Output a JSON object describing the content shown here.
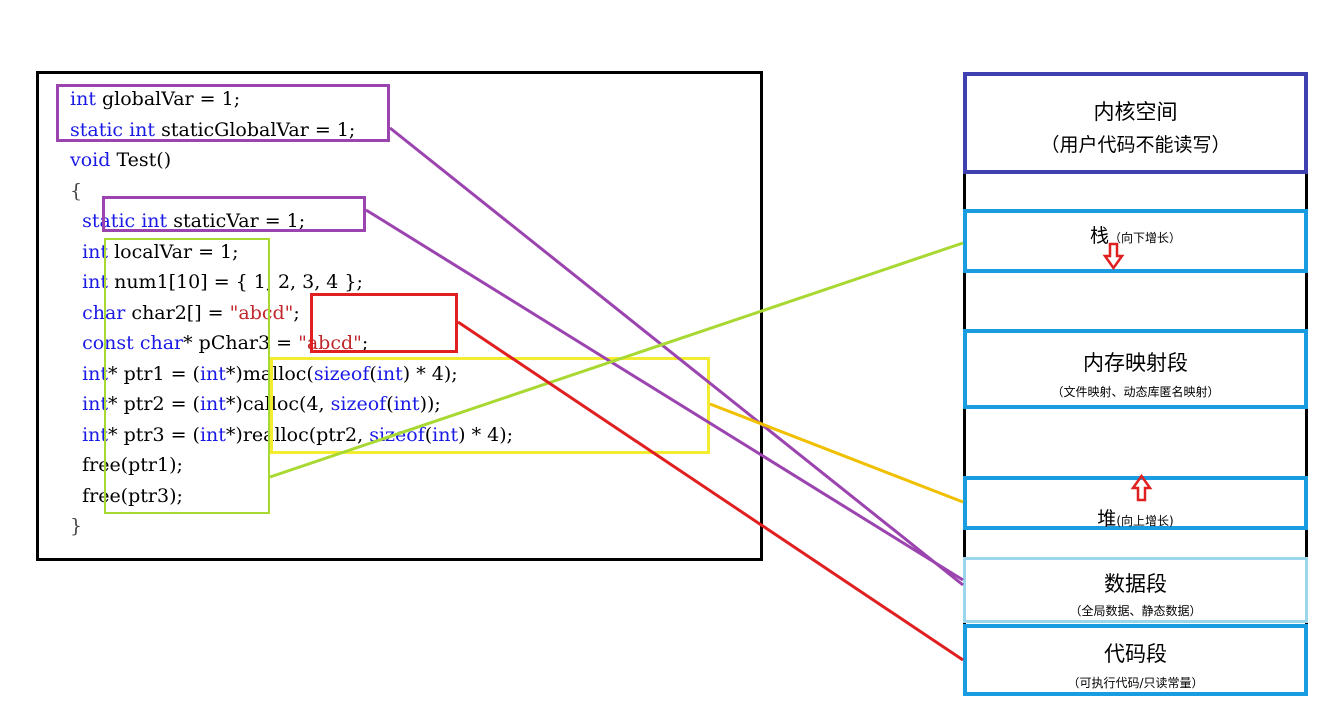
{
  "code": {
    "lines": [
      "int globalVar = 1;",
      "static int staticGlobalVar = 1;",
      "void Test()",
      "{",
      "  static int staticVar = 1;",
      "  int localVar = 1;",
      "  int num1[10] = { 1, 2, 3, 4 };",
      "  char char2[] = \"abcd\";",
      "  const char* pChar3 = \"abcd\";",
      "  int* ptr1 = (int*)malloc(sizeof(int) * 4);",
      "  int* ptr2 = (int*)calloc(4, sizeof(int));",
      "  int* ptr3 = (int*)realloc(ptr2, sizeof(int) * 4);",
      "  free(ptr1);",
      "  free(ptr3);",
      "}"
    ]
  },
  "memory": {
    "kernel": {
      "title": "内核空间",
      "subtitle": "（用户代码不能读写）"
    },
    "stack": {
      "title": "栈",
      "subtitle": "（向下增长）"
    },
    "mmap": {
      "title": "内存映射段",
      "subtitle": "（文件映射、动态库匿名映射）"
    },
    "heap": {
      "title": "堆",
      "subtitle": "(向上增长)"
    },
    "data": {
      "title": "数据段",
      "subtitle": "（全局数据、静态数据）"
    },
    "code_seg": {
      "title": "代码段",
      "subtitle": "（可执行代码/只读常量）"
    }
  },
  "colors": {
    "global_static": "#9b44b0",
    "local": "#a8d832",
    "heap": "#f0c000",
    "constant": "#e02020",
    "kernel_border": "#4040b0",
    "region_border": "#1a9de0",
    "data_border": "#9ad6ec",
    "arrow": "#e02020"
  }
}
